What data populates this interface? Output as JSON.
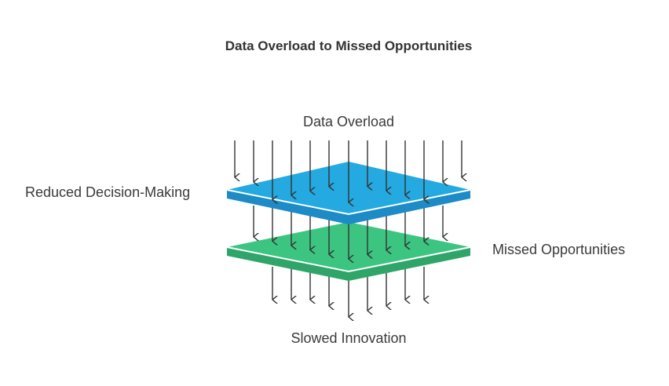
{
  "title": "Data Overload to Missed Opportunities",
  "labels": {
    "top": "Data Overload",
    "left": "Reduced Decision-Making",
    "right": "Missed Opportunities",
    "bottom": "Slowed Innovation"
  },
  "colors": {
    "blue_top": "#24a9e0",
    "blue_side": "#1c8bc6",
    "green_top": "#3cc481",
    "green_side": "#2fa56a",
    "arrow": "#333333",
    "text": "#3a3a3a"
  }
}
